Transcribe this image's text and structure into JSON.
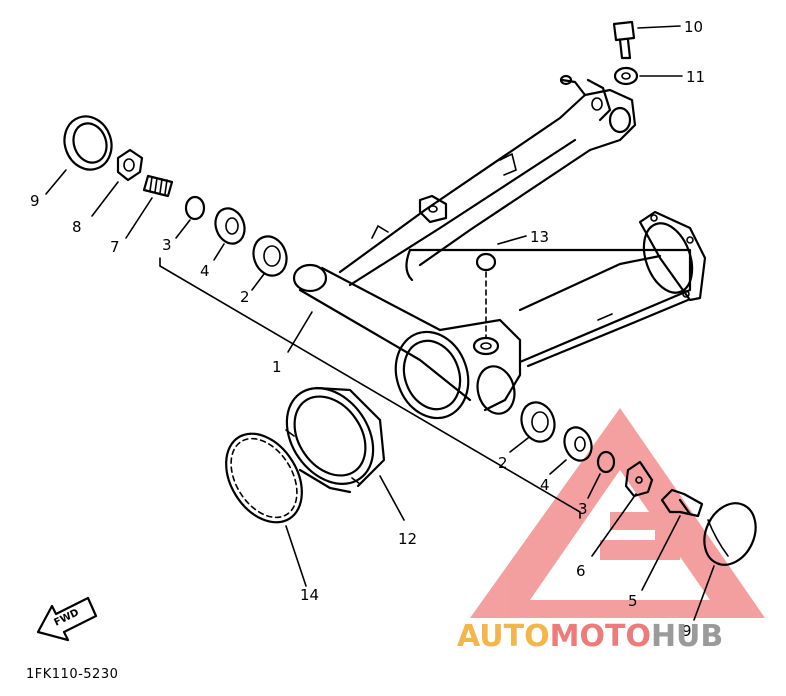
{
  "diagram": {
    "part_code": "1FK110-5230",
    "fwd_text": "FWD",
    "callouts": [
      "10",
      "11",
      "9",
      "8",
      "7",
      "3",
      "4",
      "2",
      "13",
      "1",
      "2",
      "4",
      "3",
      "12",
      "14",
      "6",
      "5",
      "9"
    ]
  },
  "watermark": {
    "part1": "AUTO",
    "part2": "MOTO",
    "part3": "HUB",
    "color_auto": "#f3b64a",
    "color_moto": "#ef7a7a",
    "color_hub": "#9a9a9a",
    "triangle_color": "#f08080"
  }
}
